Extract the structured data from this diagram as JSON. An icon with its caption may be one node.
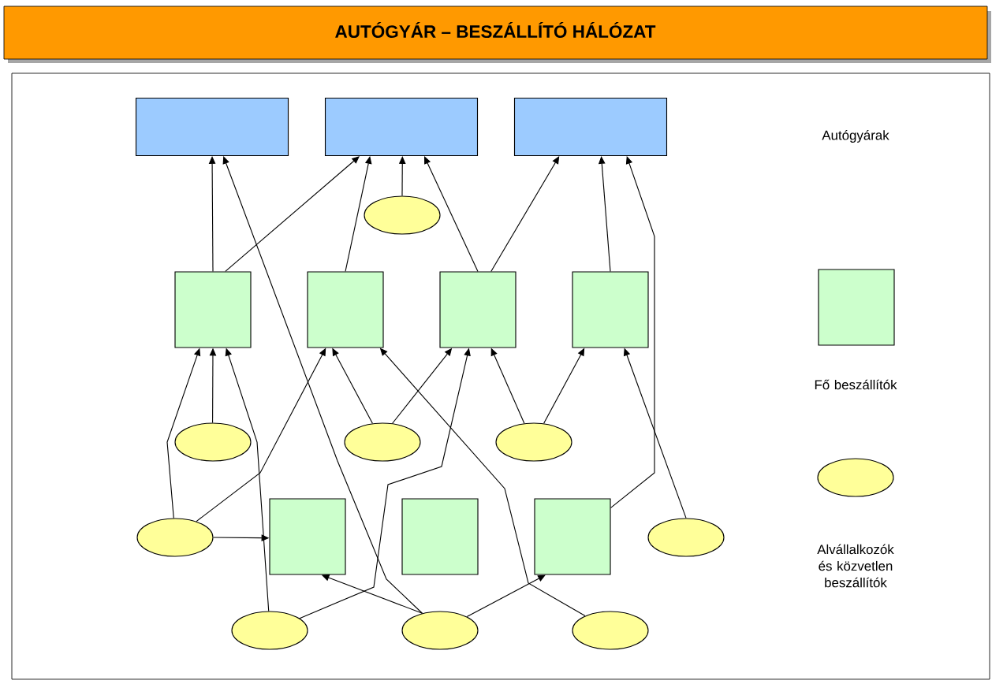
{
  "diagram": {
    "title": "AUTÓGYÁR – BESZÁLLÍTÓ HÁLÓZAT",
    "nodes": [
      {
        "text": [],
        "shape": "box"
      },
      {
        "text": [],
        "shape": "box"
      },
      {
        "text": [],
        "shape": "box"
      },
      {
        "text": [],
        "shape": "ellipse"
      },
      {
        "text": [],
        "shape": "box"
      },
      {
        "text": [],
        "shape": "box"
      },
      {
        "text": [],
        "shape": "box"
      },
      {
        "text": [],
        "shape": "box"
      },
      {
        "text": [],
        "shape": "ellipse"
      },
      {
        "text": [],
        "shape": "ellipse"
      },
      {
        "text": [],
        "shape": "ellipse"
      },
      {
        "text": [],
        "shape": "ellipse"
      },
      {
        "text": [],
        "shape": "box"
      },
      {
        "text": [],
        "shape": "box"
      },
      {
        "text": [],
        "shape": "box"
      },
      {
        "text": [],
        "shape": "ellipse"
      },
      {
        "text": [],
        "shape": "ellipse"
      },
      {
        "text": [],
        "shape": "ellipse"
      },
      {
        "text": [],
        "shape": "ellipse"
      }
    ],
    "edges": [
      {
        "from": 4,
        "to": 0,
        "arrow": "to"
      },
      {
        "from": 4,
        "to": 1,
        "arrow": "to"
      },
      {
        "from": 17,
        "to": 0,
        "arrow": "to"
      },
      {
        "from": 5,
        "to": 1,
        "arrow": "to"
      },
      {
        "from": 3,
        "to": 1,
        "arrow": "to"
      },
      {
        "from": 6,
        "to": 1,
        "arrow": "to"
      },
      {
        "from": 6,
        "to": 2,
        "arrow": "to"
      },
      {
        "from": 14,
        "to": 2,
        "arrow": "to"
      },
      {
        "from": 7,
        "to": 2,
        "arrow": "to"
      },
      {
        "from": 11,
        "to": 4,
        "arrow": "to"
      },
      {
        "from": 8,
        "to": 4,
        "arrow": "to"
      },
      {
        "from": 16,
        "to": 4,
        "arrow": "to"
      },
      {
        "from": 11,
        "to": 5,
        "arrow": "to"
      },
      {
        "from": 9,
        "to": 5,
        "arrow": "to"
      },
      {
        "from": 18,
        "to": 5,
        "arrow": "to"
      },
      {
        "from": 9,
        "to": 6,
        "arrow": "to"
      },
      {
        "from": 16,
        "to": 6,
        "arrow": "to"
      },
      {
        "from": 10,
        "to": 6,
        "arrow": "to"
      },
      {
        "from": 10,
        "to": 7,
        "arrow": "to"
      },
      {
        "from": 15,
        "to": 7,
        "arrow": "to"
      },
      {
        "from": 11,
        "to": 12,
        "arrow": "to"
      },
      {
        "from": 17,
        "to": 12,
        "arrow": "to"
      },
      {
        "from": 17,
        "to": 14,
        "arrow": "to"
      }
    ],
    "labels": [
      "Autógyárak"
    ],
    "legend": [
      {
        "text": "Fő beszállítók",
        "color": "#ccffcc"
      },
      {
        "text": "Alvállalkozók és közvetlen beszállítók",
        "color": "#ffff99"
      }
    ]
  }
}
